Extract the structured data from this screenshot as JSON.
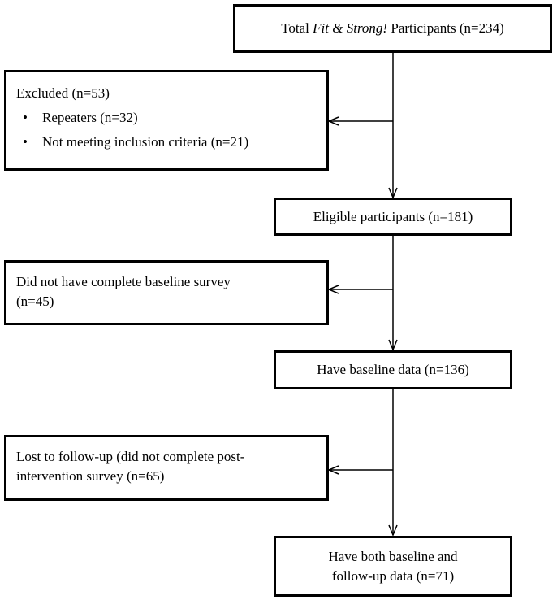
{
  "flowchart": {
    "total": {
      "prefix": "Total",
      "program_name": "Fit & Strong!",
      "suffix": "Participants (n=234)"
    },
    "excluded": {
      "title": "Excluded (n=53)",
      "bullets": [
        "Repeaters (n=32)",
        "Not meeting inclusion criteria (n=21)"
      ]
    },
    "eligible": "Eligible participants (n=181)",
    "no_baseline": {
      "line1": "Did not have complete baseline survey",
      "line2": "(n=45)"
    },
    "baseline": "Have baseline data (n=136)",
    "lost": {
      "line1": "Lost to follow-up (did not complete post-",
      "line2": "intervention survey (n=65)"
    },
    "final": {
      "line1": "Have both baseline and",
      "line2": "follow-up data (n=71)"
    }
  },
  "colors": {
    "stroke": "#000000",
    "background": "#ffffff"
  }
}
